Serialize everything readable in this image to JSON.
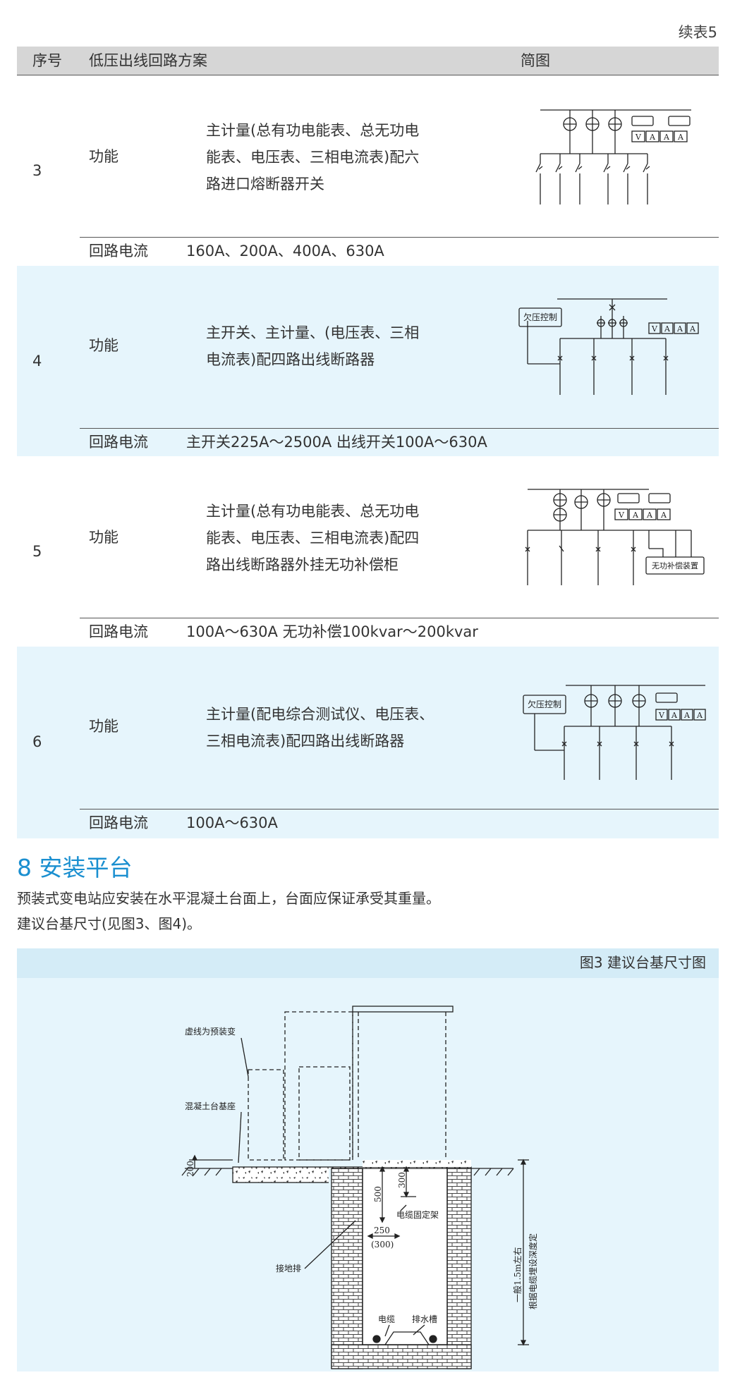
{
  "continued": "续表5",
  "table": {
    "headers": {
      "no": "序号",
      "scheme": "低压出线回路方案",
      "diagram": "简图"
    },
    "row_labels": {
      "function": "功能",
      "current": "回路电流"
    },
    "rows": [
      {
        "no": "3",
        "lines": [
          "主计量(总有功电能表、总无功电",
          "能表、电压表、三相电流表)配六",
          "路进口熔断器开关"
        ],
        "current": "160A、200A、400A、630A"
      },
      {
        "no": "4",
        "lines": [
          "主开关、主计量、(电压表、三相",
          "电流表)配四路出线断路器"
        ],
        "current": "主开关225A～2500A 出线开关100A～630A"
      },
      {
        "no": "5",
        "lines": [
          "主计量(总有功电能表、总无功电",
          "能表、电压表、三相电流表)配四",
          "路出线断路器外挂无功补偿柜"
        ],
        "current": "100A～630A 无功补偿100kvar～200kvar"
      },
      {
        "no": "6",
        "lines": [
          "主计量(配电综合测试仪、电压表、",
          "三相电流表)配四路出线断路器"
        ],
        "current": "100A～630A"
      }
    ]
  },
  "diagram_labels": {
    "meter_v": "V",
    "meter_a": "A",
    "undervoltage": "欠压控制",
    "compensation": "无功补偿装置"
  },
  "section": {
    "title": "8 安装平台",
    "paragraphs": [
      "预装式变电站应安装在水平混凝土台面上，台面应保证承受其重量。",
      "建议台基尺寸(见图3、图4)。"
    ]
  },
  "figure": {
    "caption": "图3 建议台基尺寸图",
    "labels": {
      "dashed": "虚线为预装变",
      "base": "混凝土台基座",
      "dim200": "200",
      "dim500": "500",
      "dim300": "300",
      "dim250": "250",
      "dim300b": "(300)",
      "fixing": "电缆固定架",
      "ground": "接地排",
      "cable": "电缆",
      "drain": "排水槽",
      "depth1": "一般1.5m左右",
      "depth2": "根据电缆埋设深度定"
    }
  }
}
